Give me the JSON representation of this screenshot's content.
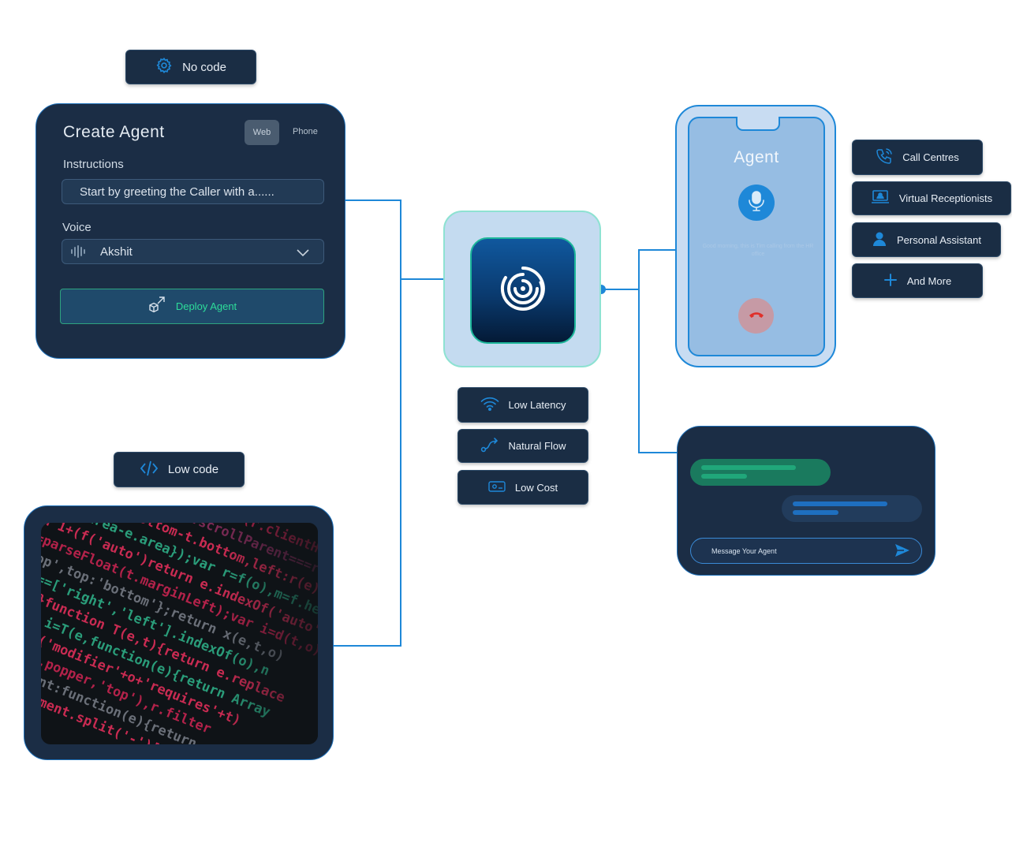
{
  "badges": {
    "no_code": "No code",
    "low_code": "Low code"
  },
  "create_agent": {
    "title": "Create  Agent",
    "tab_web": "Web",
    "tab_phone": "Phone",
    "instructions_label": "Instructions",
    "instructions_value": "Start by greeting the Caller with a......",
    "voice_label": "Voice",
    "voice_value": "Akshit",
    "deploy_label": "Deploy Agent"
  },
  "features": [
    {
      "label": "Low Latency",
      "icon": "wifi-icon"
    },
    {
      "label": "Natural Flow",
      "icon": "route-icon"
    },
    {
      "label": "Low Cost",
      "icon": "money-icon"
    }
  ],
  "phone": {
    "title": "Agent",
    "caption": "Good morning, this is Tim calling from the HR office"
  },
  "use_cases": [
    {
      "label": "Call Centres",
      "icon": "phone-call-icon"
    },
    {
      "label": "Virtual Receptionists",
      "icon": "laptop-user-icon"
    },
    {
      "label": "Personal Assistant",
      "icon": "person-icon"
    },
    {
      "label": "And More",
      "icon": "plus-icon"
    }
  ],
  "chat": {
    "placeholder": "Message Your Agent"
  },
  "colors": {
    "accent": "#1e88d8",
    "card_bg": "#1b2d45",
    "deploy_text": "#2ddc9a",
    "bubble_green": "#1a7a5e"
  }
}
